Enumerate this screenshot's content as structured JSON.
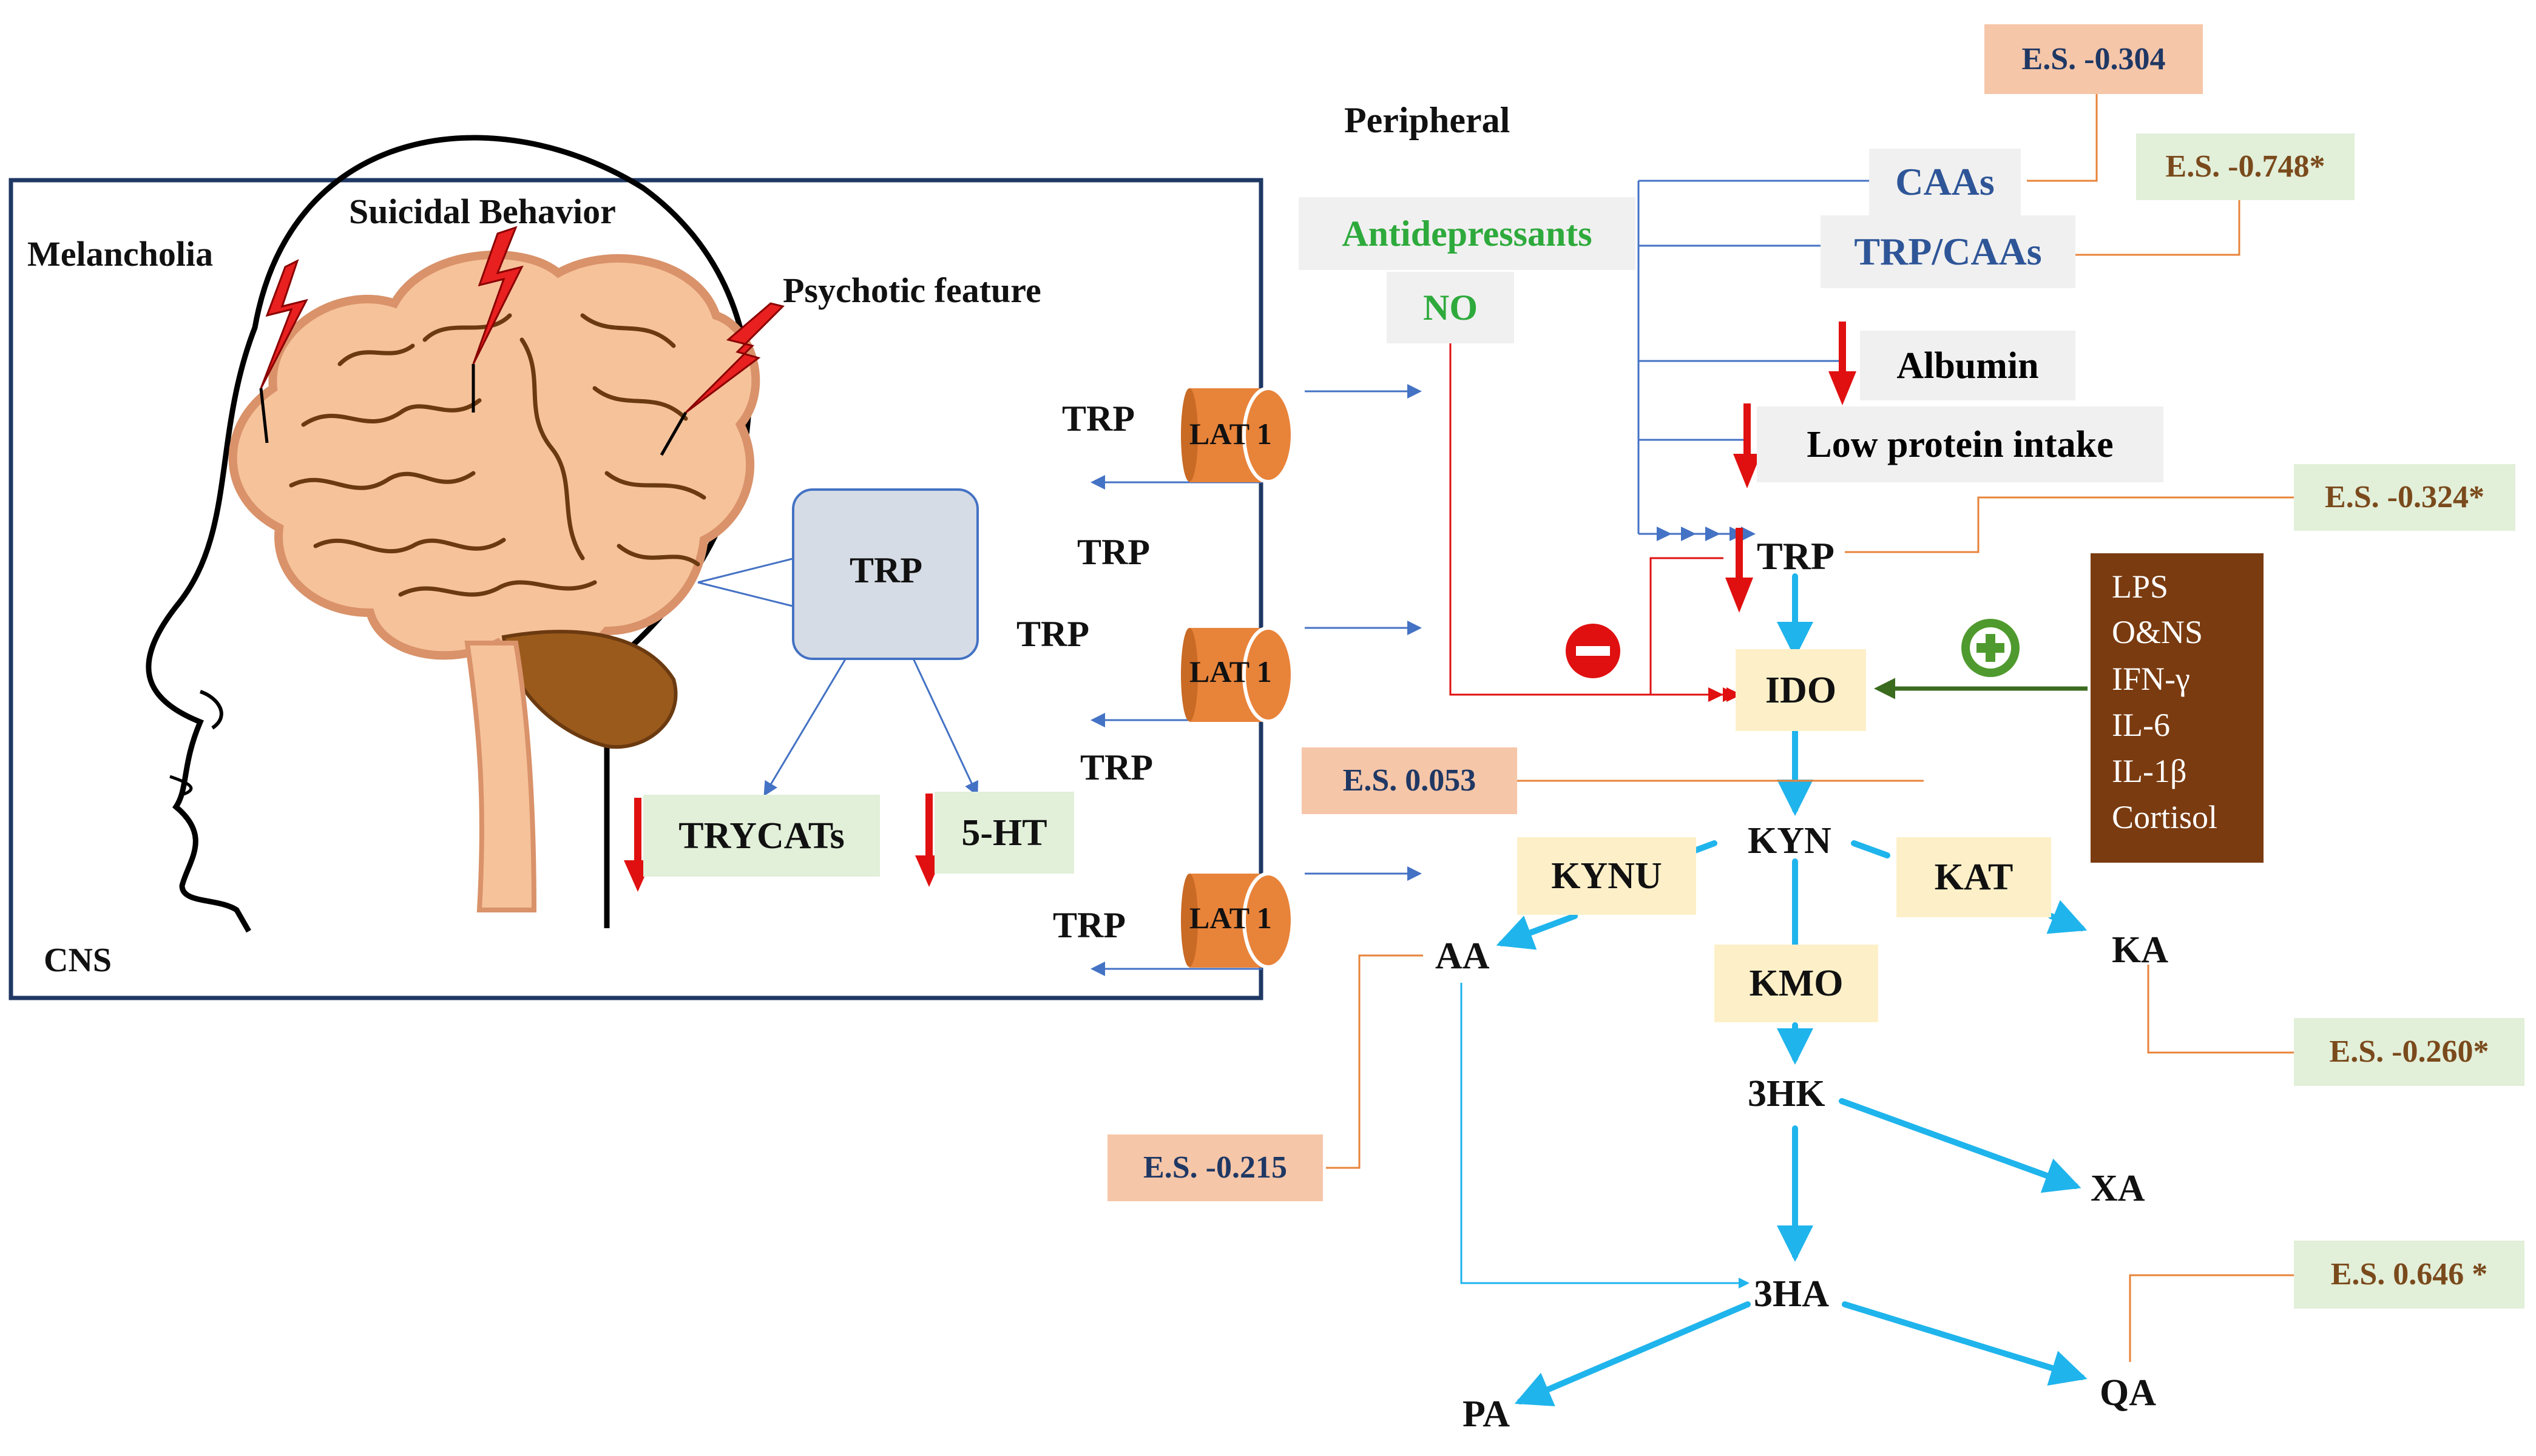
{
  "cns": {
    "heading_melancholia": "Melancholia",
    "heading_suicidal": "Suicidal Behavior",
    "heading_psychotic": "Psychotic feature",
    "label": "CNS",
    "trp_box": "TRP",
    "trycats": "TRYCATs",
    "serotonin": "5-HT"
  },
  "transport": {
    "lat_label": "LAT 1",
    "trp_labels": [
      "TRP",
      "TRP",
      "TRP",
      "TRP",
      "TRP"
    ]
  },
  "peripheral": {
    "title": "Peripheral",
    "antidepressants": "Antidepressants",
    "no": "NO",
    "caas": "CAAs",
    "trp_caas": "TRP/CAAs",
    "albumin": "Albumin",
    "low_protein": "Low protein intake",
    "trp": "TRP"
  },
  "effect_sizes": {
    "caas": "E.S. -0.304",
    "trp_caas": "E.S. -0.748*",
    "trp": "E.S. -0.324*",
    "kyn": "E.S. 0.053",
    "ka": "E.S. -0.260*",
    "aa": "E.S. -0.215",
    "qa": "E.S. 0.646 *"
  },
  "pathway": {
    "ido": "IDO",
    "kyn": "KYN",
    "kynu": "KYNU",
    "kat": "KAT",
    "kmo": "KMO",
    "aa": "AA",
    "ka": "KA",
    "hk3": "3HK",
    "xa": "XA",
    "ha3": "3HA",
    "pa": "PA",
    "qa": "QA"
  },
  "inflammation": [
    "LPS",
    "O&NS",
    "IFN-γ",
    "IL-6",
    "IL-1β",
    "Cortisol"
  ],
  "icons": {
    "inhibition": "minus-circle-icon",
    "stimulation": "plus-circle-icon",
    "decrease": "down-arrow-icon",
    "stress": "lightning-bolt-icon",
    "brain": "brain-icon"
  },
  "colors": {
    "cns_border": "#1f3864",
    "pathway_arrow": "#1fb4ec",
    "decrease_arrow": "#e01010",
    "inflammation_box": "#7a3b10",
    "antidepressant_text": "#2eaa3c",
    "es_orange": "#f6c6a8",
    "es_green": "#e2efd9",
    "lat_cylinder": "#e8833a",
    "caas_text": "#2e5597"
  }
}
